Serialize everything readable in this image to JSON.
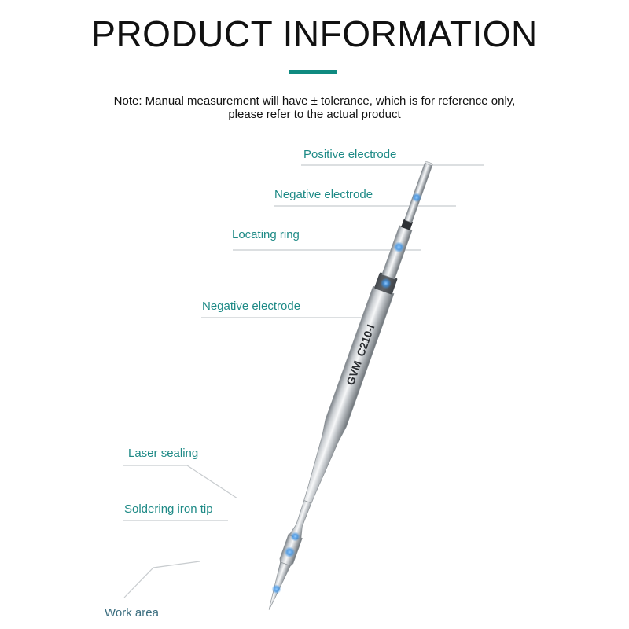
{
  "header": {
    "title": "PRODUCT INFORMATION",
    "note_line1": "Note: Manual measurement will have ± tolerance, which is for reference only,",
    "note_line2": "please refer to the actual product"
  },
  "product": {
    "brand_text": "GVM",
    "model_text": "C210-I"
  },
  "callouts": {
    "positive_electrode": "Positive electrode",
    "negative_electrode_top": "Negative electrode",
    "locating_ring": "Locating ring",
    "negative_electrode_body": "Negative electrode",
    "laser_sealing": "Laser sealing",
    "soldering_iron_tip": "Soldering iron tip",
    "work_area": "Work area"
  },
  "colors": {
    "accent": "#0f8a80",
    "label": "#1e8a86",
    "marker": "#3b8fe0"
  }
}
